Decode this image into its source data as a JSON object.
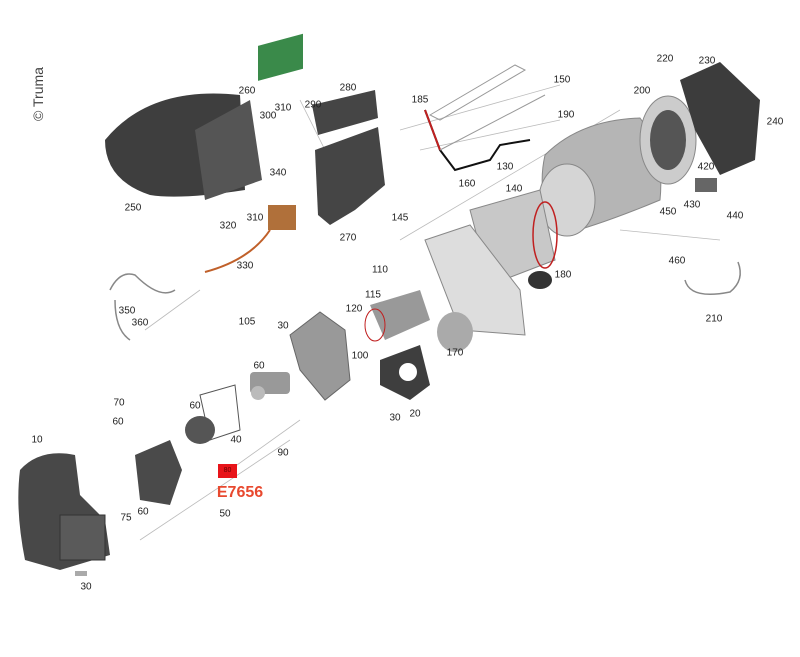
{
  "copyright": "© Truma",
  "diagram_code": "E7656",
  "highlight_part": "80",
  "colors": {
    "accent": "#e8492f",
    "highlight_box": "#e8141a",
    "part_dark": "#4a4a4a",
    "part_light": "#c9c9c9"
  },
  "labels": [
    "250",
    "260",
    "310",
    "300",
    "290",
    "280",
    "340",
    "320",
    "310",
    "330",
    "270",
    "185",
    "150",
    "190",
    "160",
    "130",
    "140",
    "145",
    "110",
    "115",
    "120",
    "100",
    "180",
    "170",
    "200",
    "220",
    "230",
    "240",
    "420",
    "430",
    "440",
    "450",
    "460",
    "210",
    "350",
    "360",
    "105",
    "30",
    "60",
    "20",
    "30",
    "70",
    "60",
    "10",
    "60",
    "40",
    "90",
    "50",
    "75",
    "60",
    "30"
  ]
}
